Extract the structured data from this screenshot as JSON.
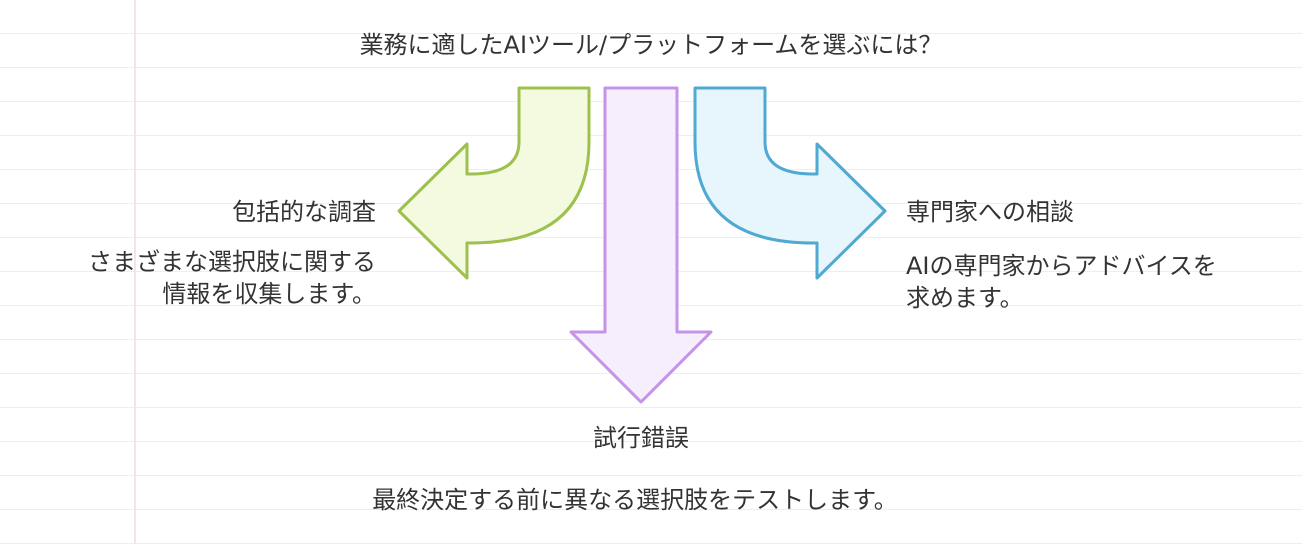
{
  "diagram": {
    "question": "業務に適したAIツール/プラットフォームを選ぶには？",
    "options": [
      {
        "title": "包括的な調査",
        "description": "さまざまな選択肢に関する\n情報を収集します。"
      },
      {
        "title": "試行錯誤",
        "description": "最終決定する前に異なる選択肢をテストします。"
      },
      {
        "title": "専門家への相談",
        "description": "AIの専門家からアドバイスを\n求めます。"
      }
    ]
  },
  "colors": {
    "green_fill": "#f3fadf",
    "green_stroke": "#9ec04e",
    "purple_fill": "#f6eefd",
    "purple_stroke": "#c593e8",
    "blue_fill": "#e7f5fc",
    "blue_stroke": "#4fa9d3"
  }
}
